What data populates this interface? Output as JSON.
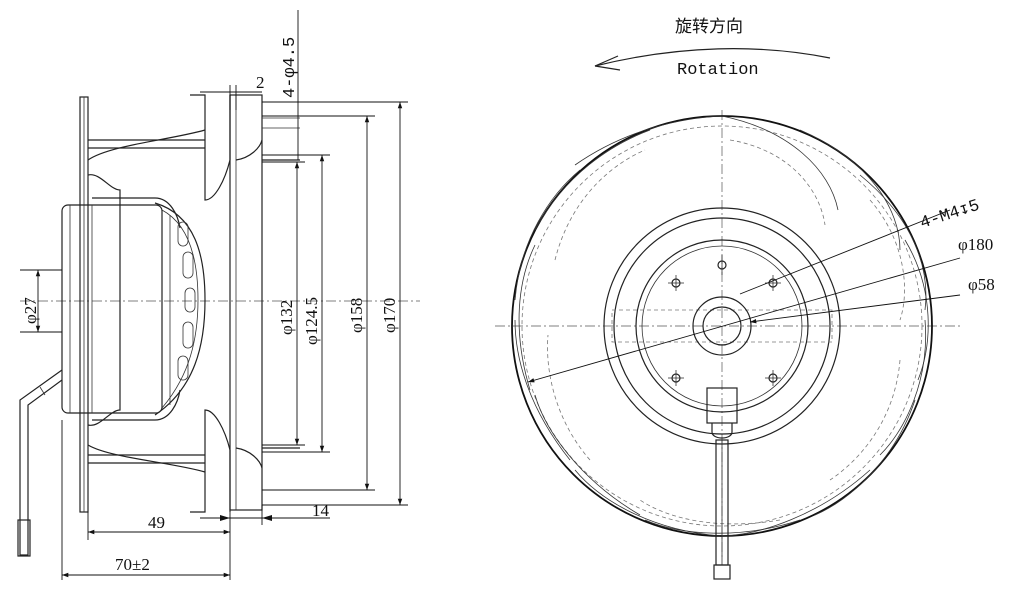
{
  "rotation": {
    "title_cn": "旋转方向",
    "title_en": "Rotation"
  },
  "side_view": {
    "holes": "4-φ4.5",
    "flange_thickness": "2",
    "d_shaft": "φ27",
    "d_132": "φ132",
    "d_124_5": "φ124.5",
    "d_158": "φ158",
    "d_170": "φ170",
    "len_49": "49",
    "len_14": "14",
    "len_total": "70±2"
  },
  "front_view": {
    "thread": "4-M4",
    "thread_depth": "5",
    "d_180": "φ180",
    "d_58": "φ58"
  },
  "colors": {
    "line": "#222222",
    "background": "#ffffff"
  }
}
